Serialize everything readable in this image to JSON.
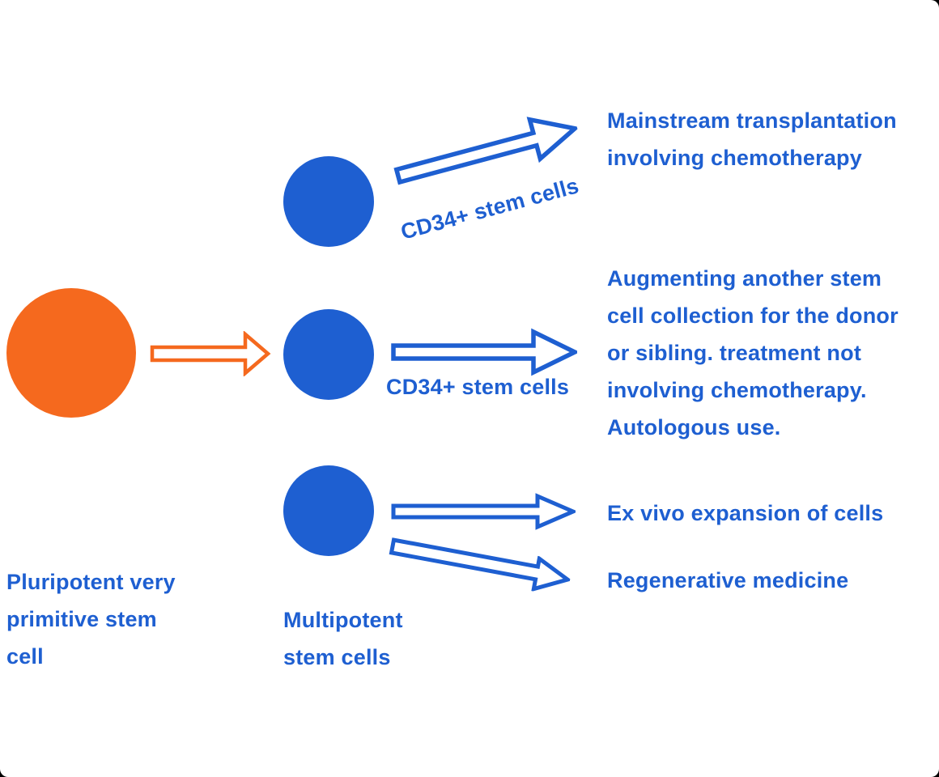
{
  "colors": {
    "blue": "#1E5FD1",
    "orange": "#F5691E",
    "bg": "#000000",
    "card": "#FFFFFF"
  },
  "diagram": {
    "pluripotent": {
      "lines": [
        "Pluripotent very",
        "primitive stem",
        "cell"
      ]
    },
    "multipotent": {
      "lines": [
        "Multipotent",
        "stem cells"
      ]
    },
    "branch_top": {
      "arrow_label": "CD34+ stem cells",
      "outcome_lines": [
        "Mainstream transplantation",
        "involving chemotherapy"
      ]
    },
    "branch_middle": {
      "arrow_label": "CD34+ stem cells",
      "outcome_lines": [
        "Augmenting another stem",
        "cell collection for the donor",
        "or sibling. treatment not",
        "involving chemotherapy.",
        "Autologous use."
      ]
    },
    "branch_exvivo": {
      "outcome": "Ex vivo expansion of cells"
    },
    "branch_regen": {
      "outcome": "Regenerative medicine"
    }
  }
}
